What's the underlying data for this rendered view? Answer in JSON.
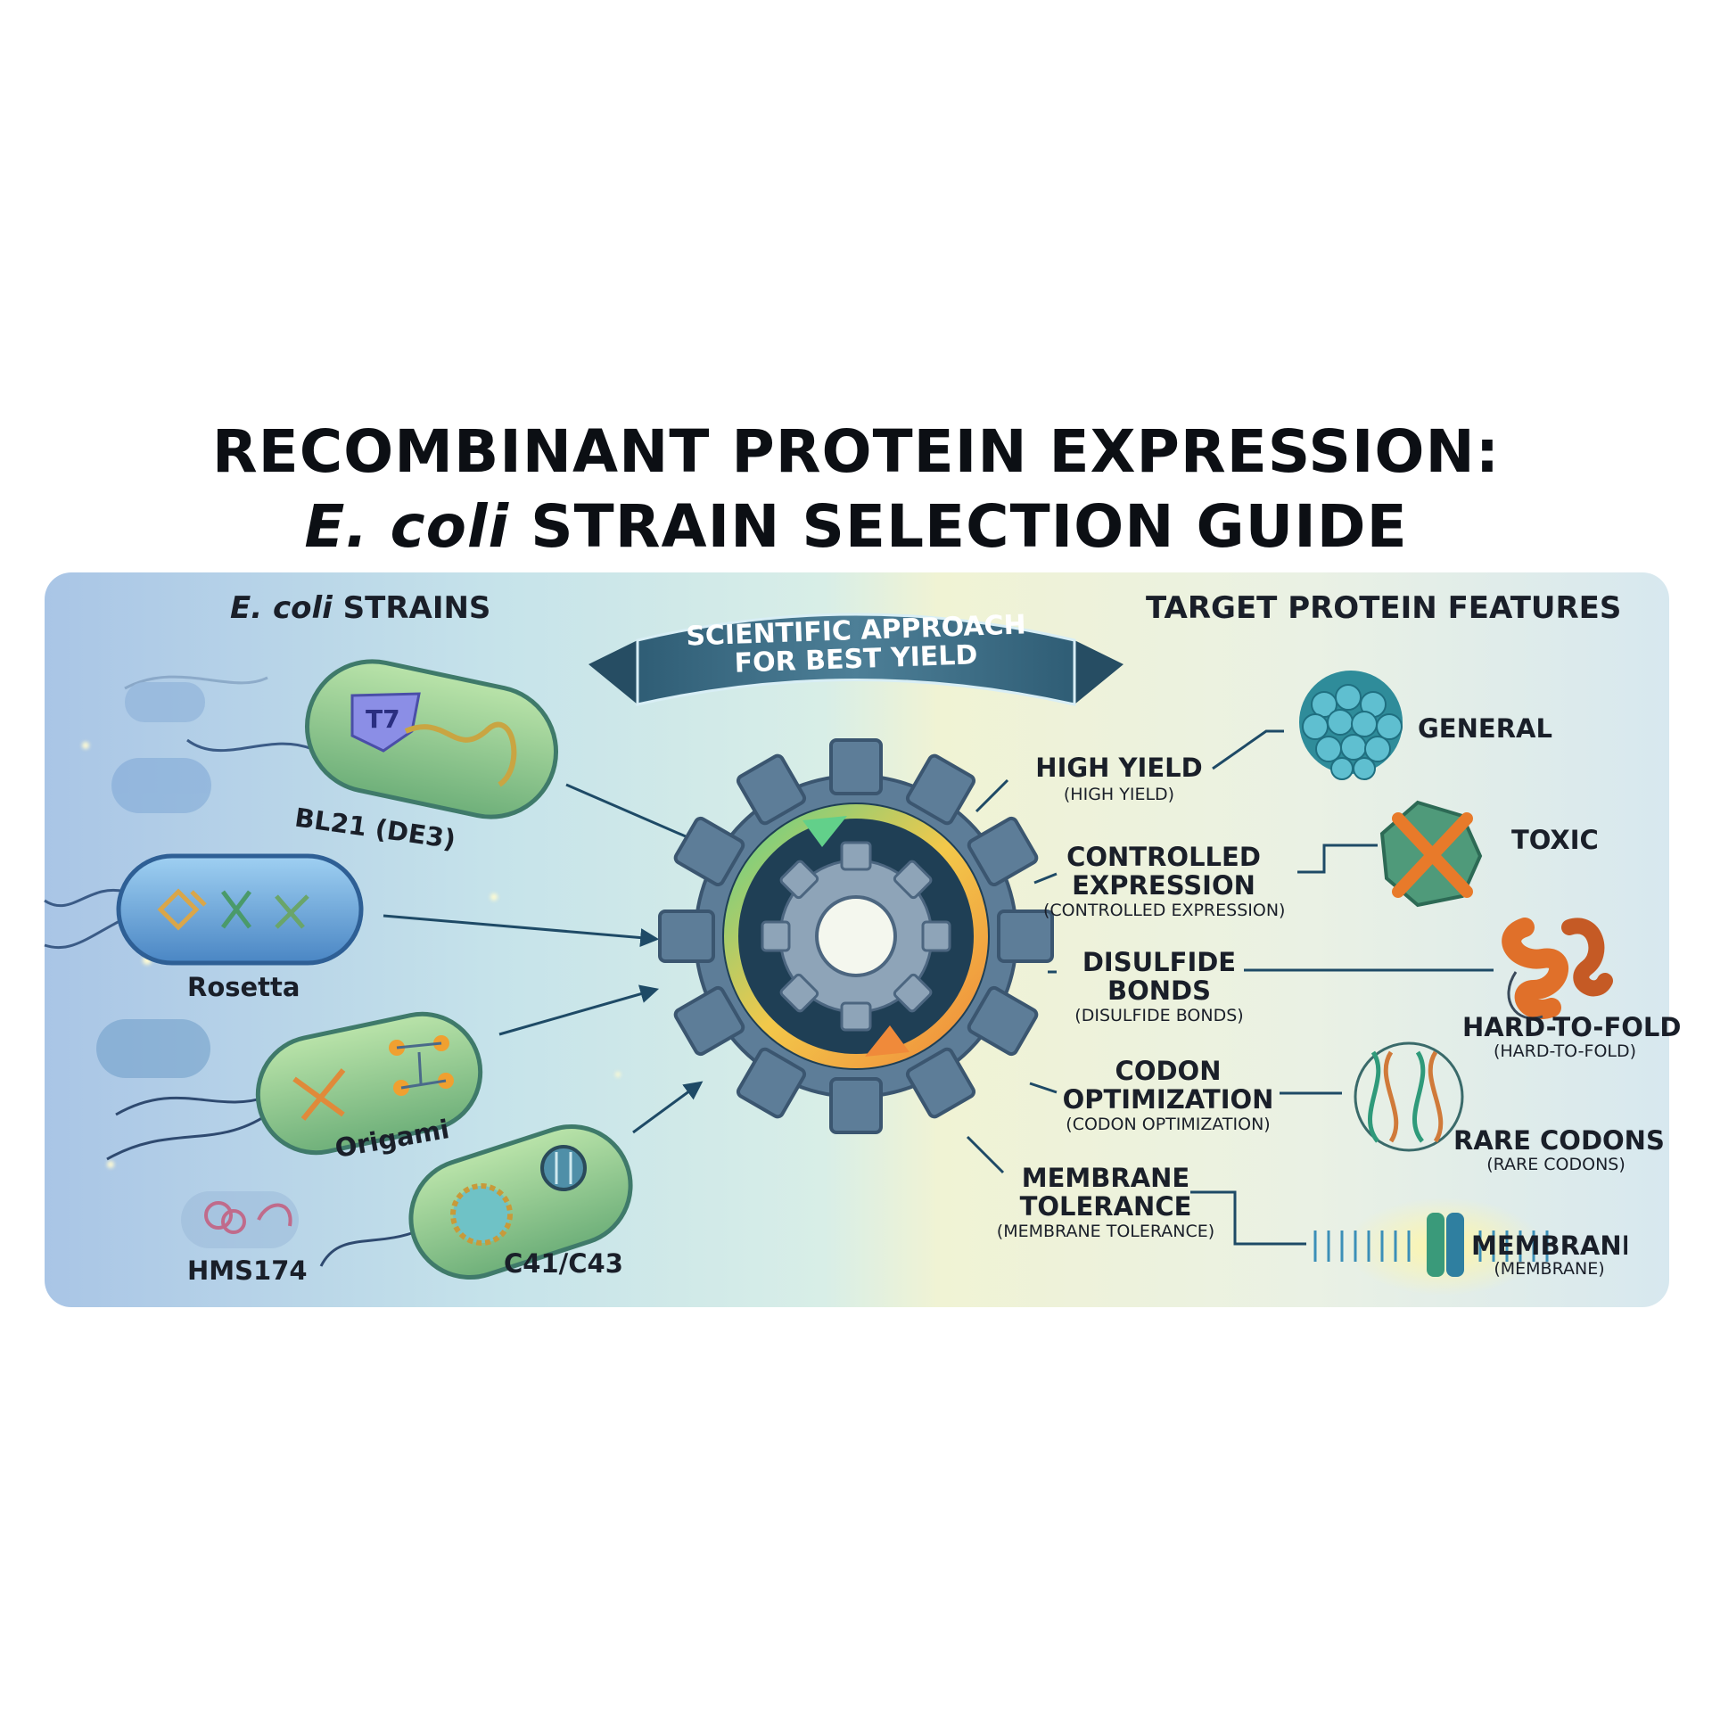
{
  "title": {
    "line1": "RECOMBINANT PROTEIN EXPRESSION:",
    "line2_italic": "E. coli",
    "line2_rest": " STRAIN SELECTION GUIDE"
  },
  "left_header": {
    "italic": "E. coli",
    "rest": " STRAINS"
  },
  "right_header": "TARGET PROTEIN FEATURES",
  "banner": {
    "line1": "SCIENTIFIC APPROACH",
    "line2": "FOR BEST YIELD"
  },
  "strains": {
    "bl21": "BL21 (DE3)",
    "rosetta": "Rosetta",
    "origami": "Origami",
    "hms174": "HMS174",
    "c41": "C41/C43",
    "t7_text": "T7"
  },
  "features": {
    "high_yield": {
      "line1": "HIGH YIELD",
      "sub": "(HIGH YIELD)"
    },
    "controlled": {
      "line1": "CONTROLLED",
      "line2": "EXPRESSION",
      "sub": "(CONTROLLED EXPRESSION)"
    },
    "disulfide": {
      "line1": "DISULFIDE",
      "line2": "BONDS",
      "sub": "(DISULFIDE BONDS)"
    },
    "codon": {
      "line1": "CODON",
      "line2": "OPTIMIZATION",
      "sub": "(CODON OPTIMIZATION)"
    },
    "membrane": {
      "line1": "MEMBRANE",
      "line2": "TOLERANCE",
      "sub": "(MEMBRANE TOLERANCE)"
    }
  },
  "targets": {
    "general": {
      "label": "GENERAL"
    },
    "toxic": {
      "label": "TOXIC"
    },
    "hard": {
      "label": "HARD-TO-FOLD",
      "sub": "(HARD-TO-FOLD)"
    },
    "rare": {
      "label": "RARE CODONS",
      "sub": "(RARE CODONS)"
    },
    "membrane": {
      "label": "MEMBRANE",
      "sub": "(MEMBRANE)"
    }
  },
  "colors": {
    "cell_fill": "#8fc98a",
    "cell_blue": "#5f9fd8",
    "gear": "#5d7d98",
    "arrow": "#1e4a66",
    "banner": "#3e6b82"
  }
}
